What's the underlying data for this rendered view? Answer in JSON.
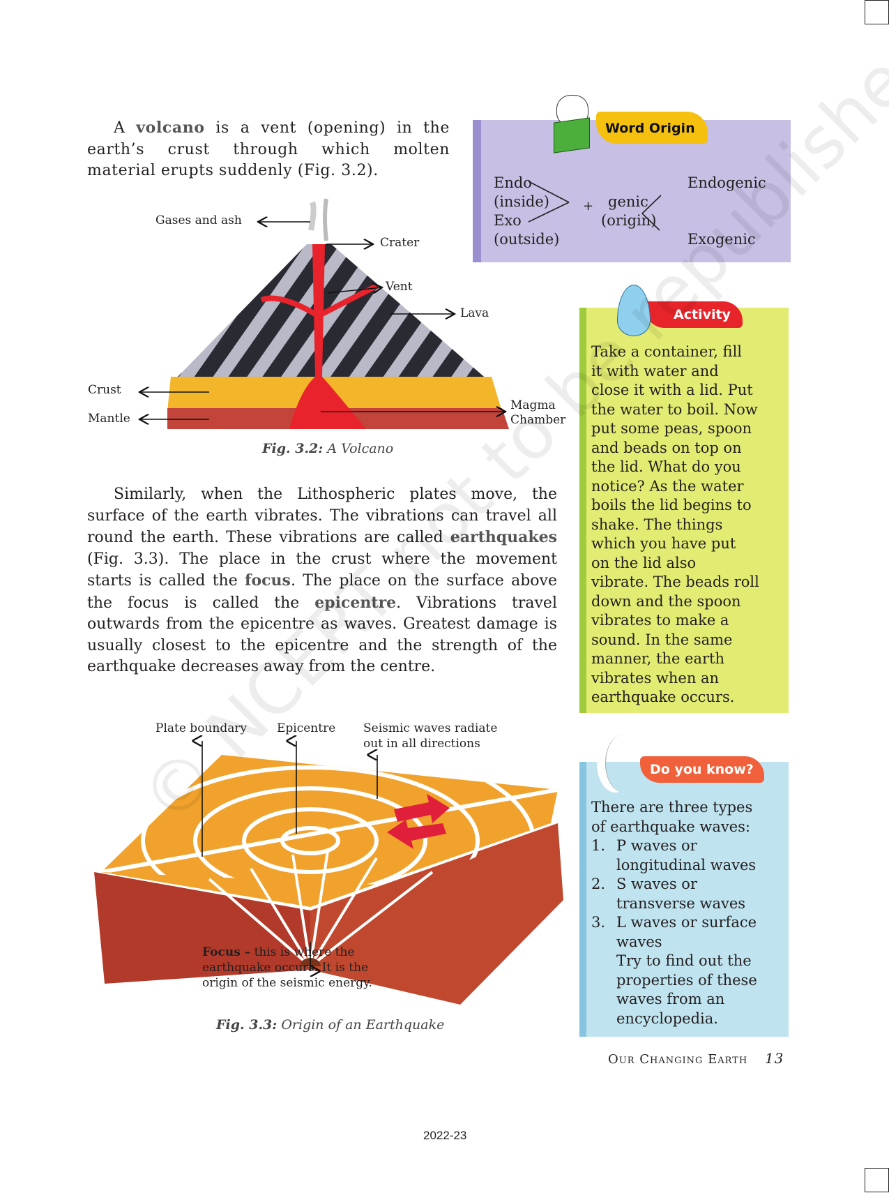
{
  "paragraph1": {
    "before": "A ",
    "term": "volcano",
    "after": " is a vent (opening) in the earth’s crust through which molten material erupts suddenly (Fig. 3.2)."
  },
  "figure_volcano": {
    "labels": {
      "gases": "Gases and ash",
      "crater": "Crater",
      "vent": "Vent",
      "lava": "Lava",
      "crust": "Crust",
      "mantle": "Mantle",
      "magma1": "Magma",
      "magma2": "Chamber"
    },
    "caption_num": "Fig. 3.2:",
    "caption_text": " A Volcano"
  },
  "word_origin": {
    "title": "Word Origin",
    "endo": "Endo",
    "inside": "(inside)",
    "exo": "Exo",
    "outside": "(outside)",
    "plus": "+",
    "genic": "genic",
    "origin": "(origin)",
    "endogenic": "Endogenic",
    "exogenic": "Exogenic",
    "colors": {
      "bg": "#c8bfe4",
      "edge": "#9b8fd0",
      "banner": "#f5c10e"
    }
  },
  "activity": {
    "title": "Activity",
    "lines": [
      "Take a container, fill",
      "it with water and",
      "close it with a lid. Put",
      "the water to boil. Now",
      "put some peas, spoon",
      "and beads on top on",
      "the lid. What do you",
      "notice? As the water",
      "boils the lid begins to",
      "shake. The things",
      "which you have put",
      "on the lid also",
      "vibrate. The beads roll",
      "down and the spoon",
      "vibrates to make a",
      "sound. In the same",
      "manner, the earth",
      "vibrates when an",
      "earthquake occurs."
    ],
    "colors": {
      "bg": "#e2ec72",
      "edge": "#9fcc3c",
      "banner": "#e8242b"
    }
  },
  "paragraph2": {
    "t1": "Similarly, when the Lithospheric plates move, the surface of the earth vibrates. The vibrations can travel all round the earth. These vibrations are called ",
    "earthquakes": "earthquakes",
    "t2": " (Fig. 3.3). The place in the crust where the movement starts is called the ",
    "focus": "focus",
    "t3": ". The place on the surface above the focus is called the ",
    "epicentre": "epicentre",
    "t4": ". Vibrations travel outwards from the epicentre as waves. Greatest damage is usually closest to the epicentre and the strength of the earthquake decreases away from the centre."
  },
  "figure_earthquake": {
    "labels": {
      "plate": "Plate boundary",
      "epicentre": "Epicentre",
      "seismic1": "Seismic waves radiate",
      "seismic2": "out in all directions",
      "focus_bold": "Focus –",
      "focus1": " this is where the",
      "focus2": "earthquake occurs. It is the",
      "focus3": "origin of the seismic energy."
    },
    "caption_num": "Fig. 3.3:",
    "caption_text": " Origin of an Earthquake"
  },
  "do_you_know": {
    "title": "Do you know?",
    "intro1": "There are three types",
    "intro2": "of earthquake waves:",
    "items": [
      {
        "num": "1.",
        "l1": "P waves or",
        "l2": "longitudinal waves"
      },
      {
        "num": "2.",
        "l1": "S waves or",
        "l2": "transverse waves"
      },
      {
        "num": "3.",
        "l1": "L waves or surface",
        "l2": "waves"
      }
    ],
    "outro": [
      "Try to find out the",
      "properties of these",
      "waves from an",
      "encyclopedia."
    ],
    "colors": {
      "bg": "#bfe3ef",
      "edge": "#86c4df",
      "banner": "#f0603a"
    }
  },
  "footer": {
    "running_title": "Our Changing Earth",
    "page_number": "13",
    "year": "2022-23"
  },
  "watermark": "© NCERT not to be republished"
}
